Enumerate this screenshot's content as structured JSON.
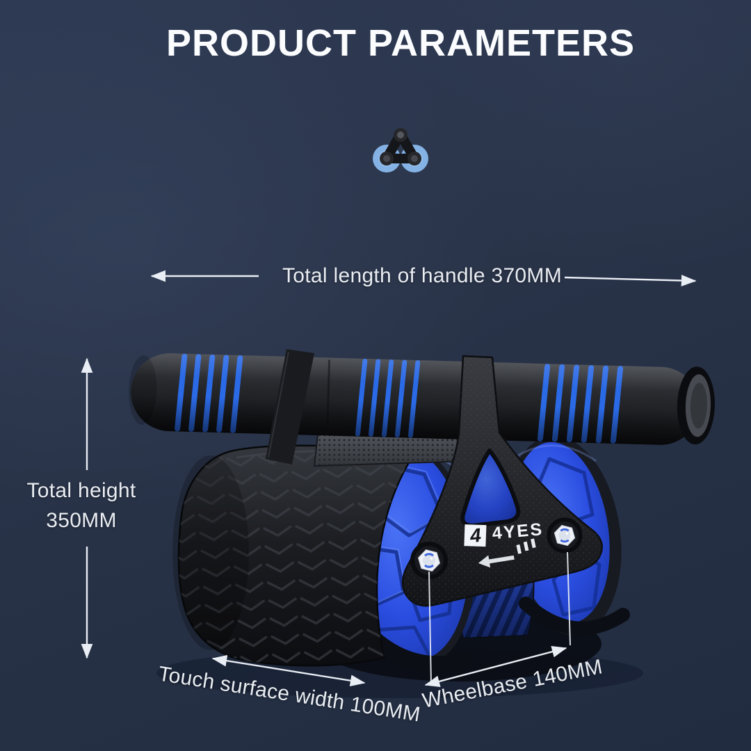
{
  "page": {
    "title": "PRODUCT PARAMETERS"
  },
  "brand": {
    "name": "4YES",
    "mark": "4"
  },
  "dimensions": {
    "handle_length": "Total length of handle 370MM",
    "total_height_line1": "Total height",
    "total_height_line2": "350MM",
    "touch_width": "Touch surface width 100MM",
    "wheelbase": "Wheelbase 140MM"
  },
  "colors": {
    "background": "#293348",
    "accent_blue": "#2b6ae6",
    "wheel_blue": "#2448d8",
    "logo_light_blue": "#84b2e4",
    "annotation_white": "#e9edf2",
    "product_black": "#1a1c20",
    "title_white": "#fbfcfe"
  }
}
